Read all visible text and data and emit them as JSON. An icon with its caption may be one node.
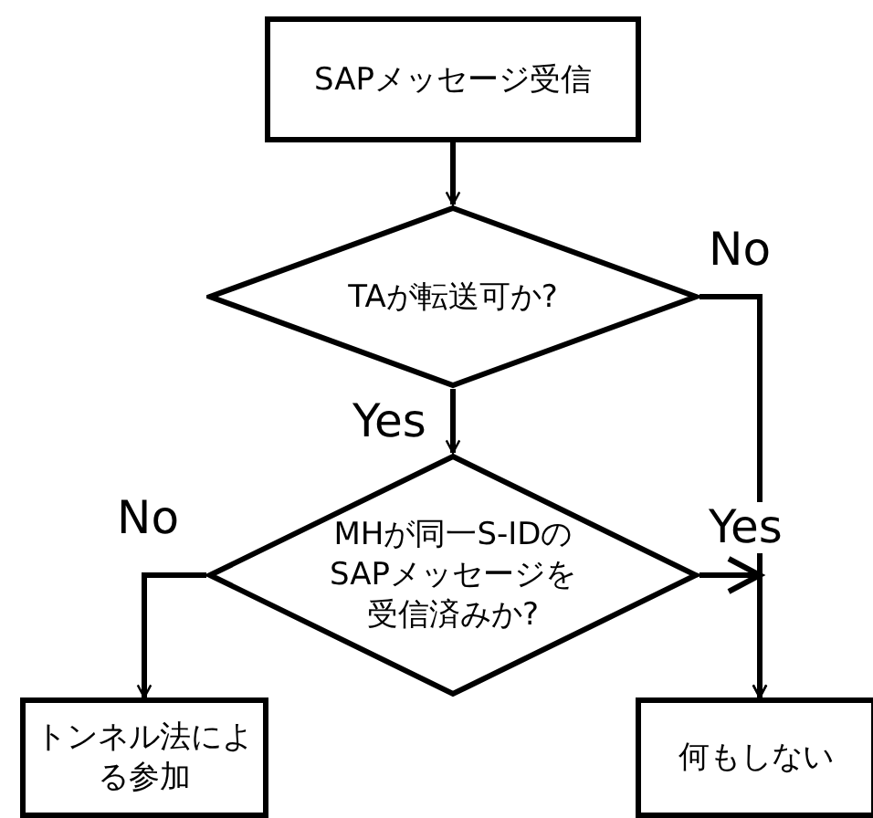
{
  "diagram": {
    "nodes": [
      {
        "text": [
          "SAPメッセージ受信"
        ]
      },
      {
        "text": [
          "TAが転送可か?"
        ]
      },
      {
        "text": [
          "MHが同一S-IDのSAPメッセージを受信済みか?"
        ]
      },
      {
        "text": [
          "トンネル法による参加"
        ]
      },
      {
        "text": [
          "何もしない"
        ]
      }
    ],
    "edges": [
      {
        "from": 0,
        "to": 1,
        "arrow": "to"
      },
      {
        "from": 1,
        "to": 2,
        "arrow": "to",
        "label": "Yes"
      },
      {
        "from": 1,
        "to": 4,
        "arrow": "to",
        "label": "No"
      },
      {
        "from": 2,
        "to": 4,
        "arrow": "to",
        "label": "Yes"
      },
      {
        "from": 2,
        "to": 3,
        "arrow": "to",
        "label": "No"
      }
    ]
  }
}
